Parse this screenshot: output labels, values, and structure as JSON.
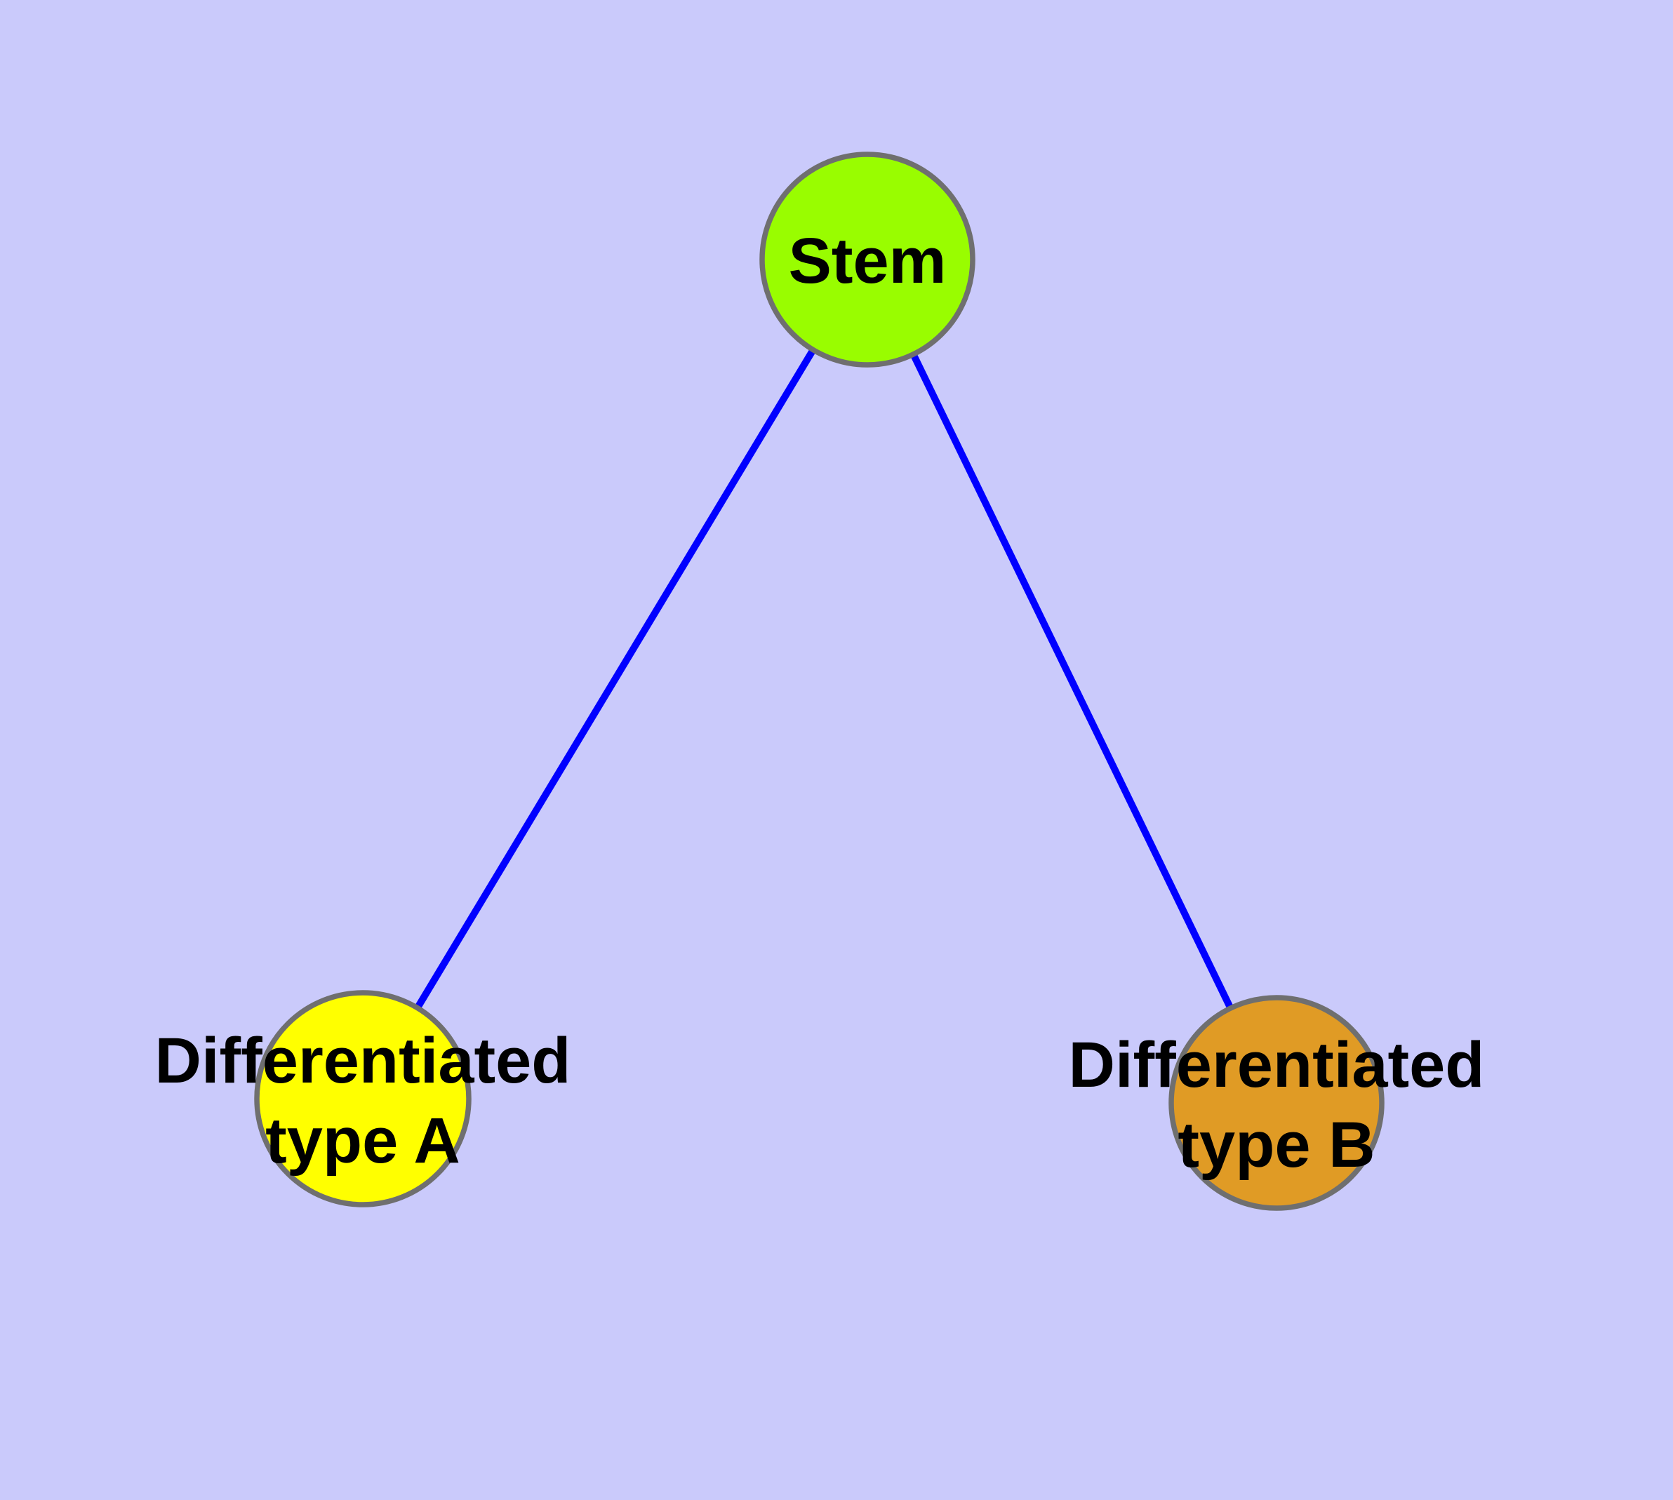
{
  "diagram": {
    "type": "node-link-graph",
    "background_color": "#CACAFB",
    "edge_style": {
      "color": "#0000FF"
    },
    "node_style": {
      "border_color": "#6F6F6F",
      "label_color": "#000000"
    },
    "nodes": [
      {
        "id": "stem",
        "label": "Stem",
        "label_lines": [
          "Stem"
        ],
        "fill": "#99FD00"
      },
      {
        "id": "differentiated-type-a",
        "label": "Differentiated type A",
        "label_lines": [
          "Differentiated",
          "type A"
        ],
        "fill": "#FFFF00"
      },
      {
        "id": "differentiated-type-b",
        "label": "Differentiated type B",
        "label_lines": [
          "Differentiated",
          "type B"
        ],
        "fill": "#E09B25"
      }
    ],
    "edges": [
      {
        "from": "Stem",
        "to": "Differentiated type A"
      },
      {
        "from": "Stem",
        "to": "Differentiated type B"
      }
    ]
  }
}
